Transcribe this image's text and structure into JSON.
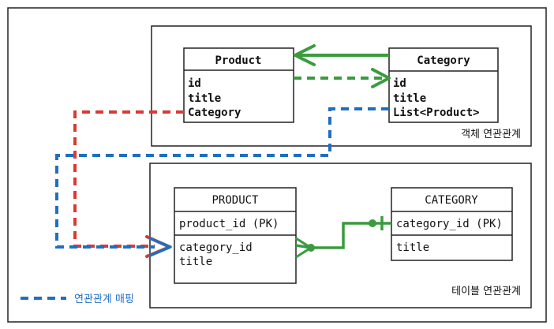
{
  "groups": {
    "object": {
      "label": "객체 연관관계"
    },
    "table": {
      "label": "테이블 연관관계"
    }
  },
  "entities": {
    "product_obj": {
      "title": "Product",
      "fields": [
        "id",
        "title",
        "Category"
      ]
    },
    "category_obj": {
      "title": "Category",
      "fields": [
        "id",
        "title",
        "List<Product>"
      ]
    },
    "product_tbl": {
      "title": "PRODUCT",
      "pk": "product_id (PK)",
      "fields": [
        "category_id",
        "title"
      ]
    },
    "category_tbl": {
      "title": "CATEGORY",
      "pk": "category_id (PK)",
      "fields": [
        "title"
      ]
    }
  },
  "legend": {
    "label": "연관관계 매핑"
  },
  "colors": {
    "object_link": "#3a9c3e",
    "category_mapping": "#1f6fc0",
    "product_mapping": "#d93a34",
    "border": "#222222",
    "legend_text": "#1f6fc0"
  }
}
